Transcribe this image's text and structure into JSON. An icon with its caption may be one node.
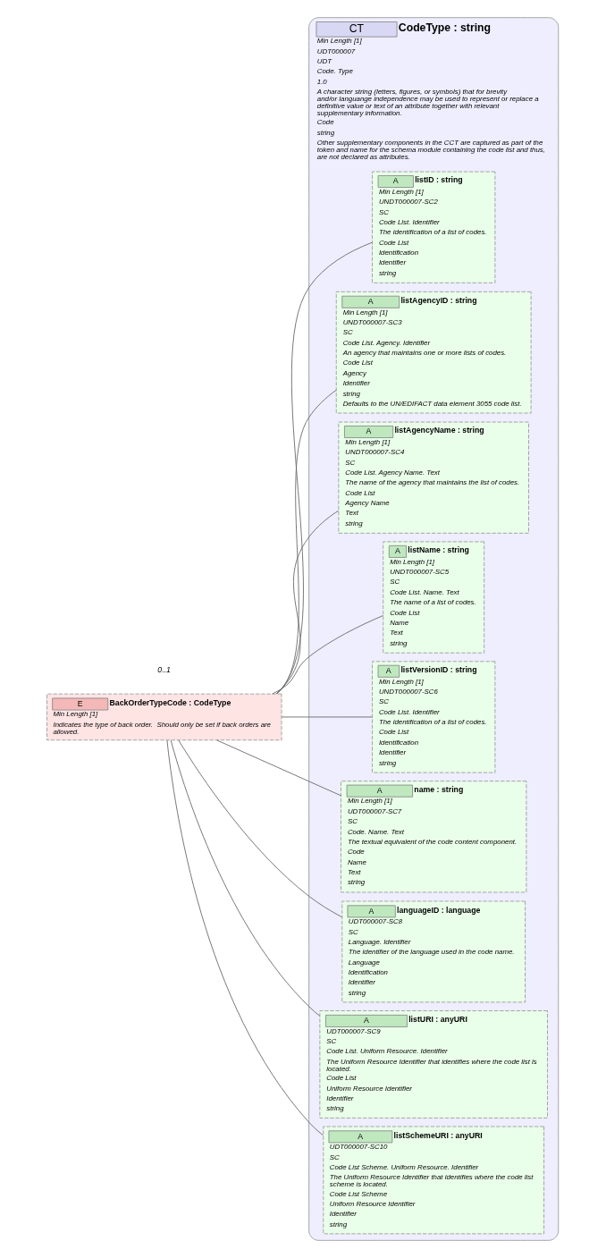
{
  "diagram": {
    "nodes": [
      {
        "text": [
          "E",
          "BackOrderTypeCode : CodeType",
          "Min Length [1]",
          "Indicates the type of back order.  Should only be set if back orders are allowed."
        ],
        "beside": [
          "0..1"
        ]
      },
      {
        "text": [
          "CT",
          "CodeType : string",
          "Min Length [1]",
          "UDT000007",
          "UDT",
          "Code. Type",
          "1.0",
          "A character string (letters, figures, or symbols) that for brevity and/or languange independence may be used to represent or replace a definitive value or text of an attribute together with relevant supplementary information.",
          "Code",
          "string",
          "Other supplementary components in the CCT are captured as part of the token and name for the schema module containing the code list and thus, are not declared as attributes."
        ]
      },
      {
        "text": [
          "A",
          "listID : string",
          "Min Length [1]",
          "UNDT000007-SC2",
          "SC",
          "Code List. Identifier",
          "The identification of a list of codes.",
          "Code List",
          "Identification",
          "Identifier",
          "string"
        ],
        "in": 1
      },
      {
        "text": [
          "A",
          "listAgencyID : string",
          "Min Length [1]",
          "UNDT000007-SC3",
          "SC",
          "Code List. Agency. Identifier",
          "An agency that maintains one or more lists of codes.",
          "Code List",
          "Agency",
          "Identifier",
          "string",
          "Defaults to the UN/EDIFACT data element 3055 code list."
        ],
        "in": 1
      },
      {
        "text": [
          "A",
          "listAgencyName : string",
          "Min Length [1]",
          "UNDT000007-SC4",
          "SC",
          "Code List. Agency Name. Text",
          "The name of the agency that maintains the list of codes.",
          "Code List",
          "Agency Name",
          "Text",
          "string"
        ],
        "in": 1
      },
      {
        "text": [
          "A",
          "listName : string",
          "Min Length [1]",
          "UNDT000007-SC5",
          "SC",
          "Code List. Name. Text",
          "The name of a list of codes.",
          "Code List",
          "Name",
          "Text",
          "string"
        ],
        "in": 1
      },
      {
        "text": [
          "A",
          "listVersionID : string",
          "Min Length [1]",
          "UNDT000007-SC6",
          "SC",
          "Code List. Identifier",
          "The identification of a list of codes.",
          "Code List",
          "Identification",
          "Identifier",
          "string"
        ],
        "in": 1
      },
      {
        "text": [
          "A",
          "name : string",
          "Min Length [1]",
          "UDT000007-SC7",
          "SC",
          "Code. Name. Text",
          "The textual equivalent of the code content component.",
          "Code",
          "Name",
          "Text",
          "string"
        ],
        "in": 1
      },
      {
        "text": [
          "A",
          "languageID : language",
          "UDT000007-SC8",
          "SC",
          "Language. Identifier",
          "The identifier of the language used in the code name.",
          "Language",
          "Identification",
          "Identifier",
          "string"
        ],
        "in": 1
      },
      {
        "text": [
          "A",
          "listURI : anyURI",
          "UDT000007-SC9",
          "SC",
          "Code List. Uniform Resource. Identifier",
          "The Uniform Resource Identifier that identifies where the code list is located.",
          "Code List",
          "Uniform Resource Identifier",
          "Identifier",
          "string"
        ],
        "in": 1
      },
      {
        "text": [
          "A",
          "listSchemeURI : anyURI",
          "UDT000007-SC10",
          "SC",
          "Code List Scheme. Uniform Resource. Identifier",
          "The Uniform Resource Identifier that identifies where the code list scheme is located.",
          "Code List Scheme",
          "Uniform Resource Identifier",
          "Identifier",
          "string"
        ],
        "in": 1
      }
    ],
    "edges": [
      {
        "from": 0,
        "to": 2,
        "arrow": "none"
      },
      {
        "from": 0,
        "to": 3,
        "arrow": "none"
      },
      {
        "from": 0,
        "to": 4,
        "arrow": "none"
      },
      {
        "from": 0,
        "to": 5,
        "arrow": "none"
      },
      {
        "from": 0,
        "to": 6,
        "arrow": "none"
      },
      {
        "from": 0,
        "to": 7,
        "arrow": "none"
      },
      {
        "from": 0,
        "to": 8,
        "arrow": "none"
      },
      {
        "from": 0,
        "to": 9,
        "arrow": "none"
      },
      {
        "from": 0,
        "to": 10,
        "arrow": "none"
      }
    ]
  }
}
